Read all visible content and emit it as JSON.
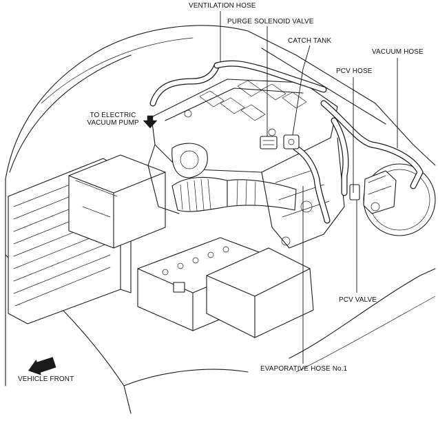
{
  "labels": {
    "ventilation_hose": "VENTILATION HOSE",
    "purge_solenoid_valve": "PURGE SOLENOID VALVE",
    "catch_tank": "CATCH TANK",
    "vacuum_hose": "VACUUM HOSE",
    "pcv_hose": "PCV HOSE",
    "to_electric_vacuum_pump": "TO ELECTRIC VACUUM PUMP",
    "pcv_valve": "PCV VALVE",
    "evaporative_hose_no1": "EVAPORATIVE HOSE No.1",
    "vehicle_front": "VEHICLE FRONT"
  },
  "colors": {
    "line": "#1a1a1a",
    "background": "#ffffff"
  }
}
